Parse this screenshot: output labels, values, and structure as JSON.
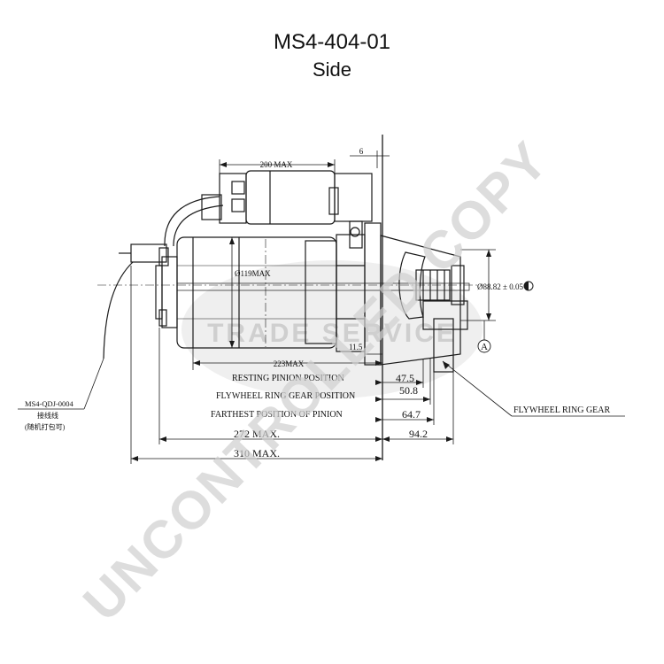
{
  "title": "MS4-404-01",
  "subtitle": "Side",
  "dimensions": {
    "d200": "200 MAX",
    "d6": "6",
    "d119": "Ø119MAX",
    "d223": "223MAX",
    "d11_5": "11.5",
    "d88": "Ø88.82 ± 0.05",
    "d47_5": "47.5",
    "d50_8": "50.8",
    "d64_7": "64.7",
    "d94_2": "94.2",
    "d272": "272 MAX.",
    "d310": "310 MAX.",
    "datum": "A"
  },
  "labels": {
    "resting": "RESTING PINION POSITION",
    "flywheel_pos": "FLYWHEEL RING GEAR POSITION",
    "farthest": "FARTHEST POSITION OF  PINION",
    "flywheel_gear": "FLYWHEEL RING GEAR",
    "part_code": "MS4-QDJ-0004",
    "part_cn1": "接线线",
    "part_cn2": "(随机打包可)"
  },
  "watermark": {
    "main": "UNCONTROLLED COPY",
    "band": "TRADE SERVICE"
  },
  "colors": {
    "line": "#1a1a1a",
    "watermark": "#d9d9d9",
    "watermark_band": "#e6e6e6"
  }
}
